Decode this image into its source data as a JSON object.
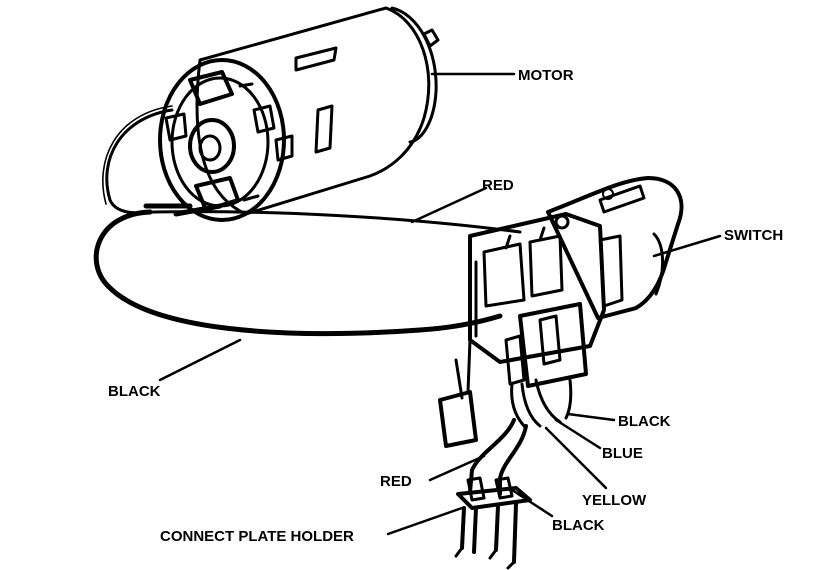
{
  "labels": {
    "motor": "MOTOR",
    "red_top": "RED",
    "switch": "SWITCH",
    "black_left": "BLACK",
    "black_right": "BLACK",
    "blue": "BLUE",
    "red_bottom": "RED",
    "yellow": "YELLOW",
    "black_bottom": "BLACK",
    "connect_plate_holder": "CONNECT PLATE HOLDER"
  }
}
